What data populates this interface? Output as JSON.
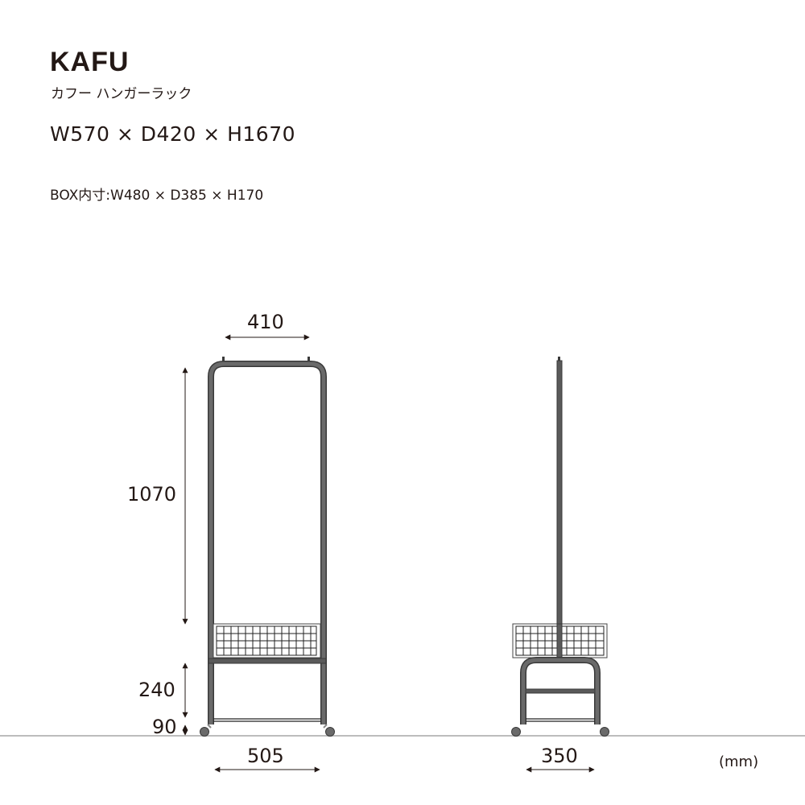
{
  "header": {
    "title": "KAFU",
    "subtitle": "カフー ハンガーラック",
    "overall_size": "W570 × D420 × H1670",
    "box_inner_size": "BOX内寸:W480 × D385 × H170"
  },
  "front_view": {
    "dim_top_width": "410",
    "dim_hanging_height": "1070",
    "dim_box_height": "240",
    "dim_bottom_clearance": "90",
    "dim_base_width": "505"
  },
  "side_view": {
    "dim_base_depth": "350"
  },
  "unit": "(mm)",
  "colors": {
    "frame": "#5a5a5a",
    "frame_edge": "#3a3a3a",
    "line": "#231815",
    "floor": "#bdbdbd",
    "text": "#231815"
  }
}
